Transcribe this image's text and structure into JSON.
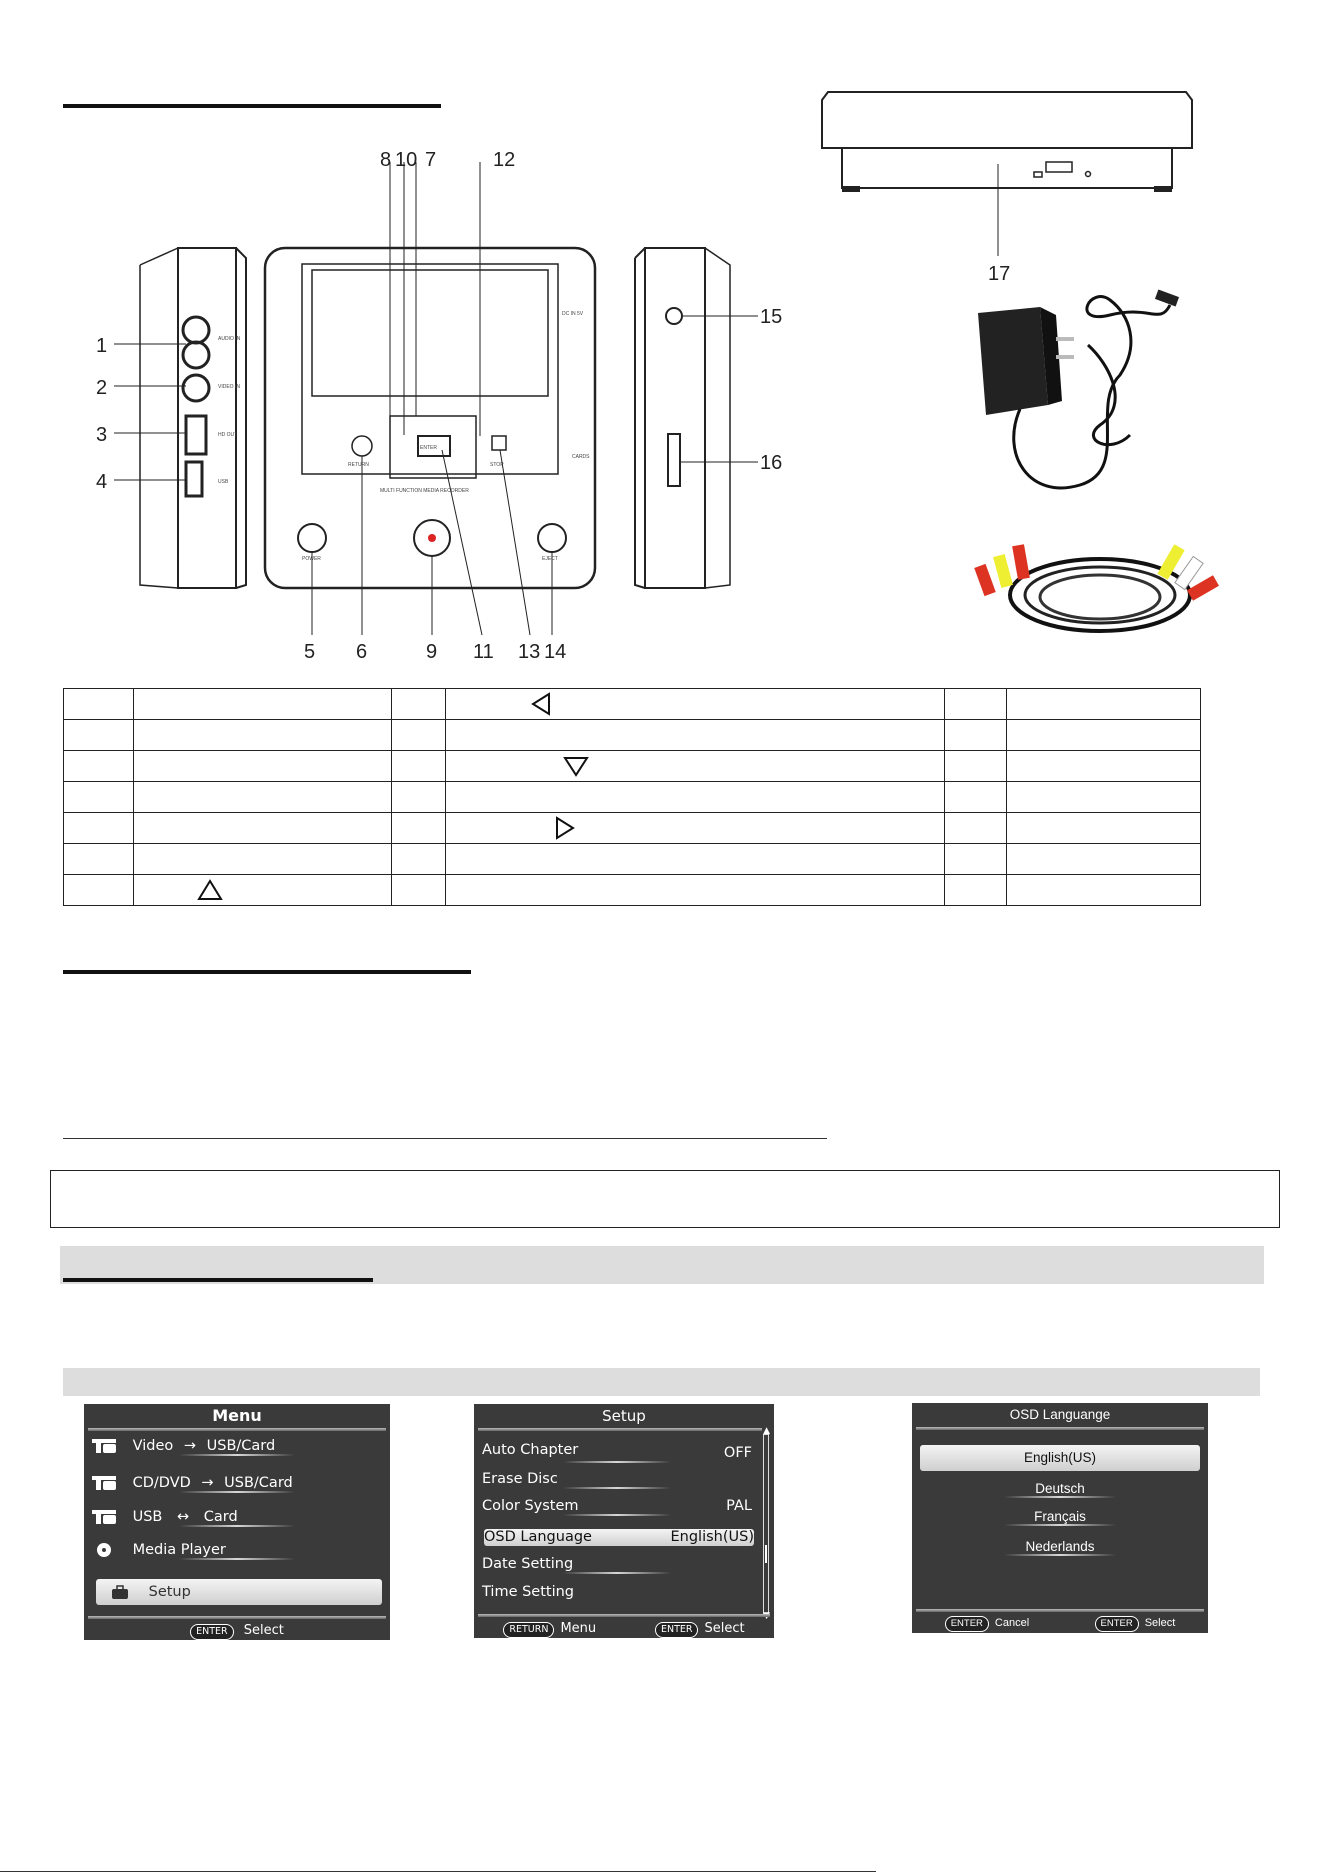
{
  "diagram": {
    "top_numbers": [
      "8",
      "10",
      "7",
      "12"
    ],
    "left_numbers": [
      "1",
      "2",
      "3",
      "4"
    ],
    "right_numbers": [
      "15",
      "16"
    ],
    "bottom_numbers": [
      "5",
      "6",
      "9",
      "11",
      "13",
      "14"
    ],
    "top_view_number": "17",
    "panel_labels": {
      "audio_in": "AUDIO IN",
      "video_in": "VIDEO IN",
      "hd_out": "HD OUT",
      "usb": "USB",
      "dc_in": "DC IN 5V",
      "cards": "CARDS",
      "return": "RETURN",
      "stop": "STOP",
      "enter": "ENTER",
      "power": "POWER",
      "eject": "EJECT",
      "recorder": "MULTI FUNCTION MEDIA RECORDER"
    }
  },
  "osd_menu": {
    "title": "Menu",
    "items": [
      {
        "a": "Video",
        "arrow": "→",
        "b": "USB/Card",
        "icon": "usb-card-icon"
      },
      {
        "a": "CD/DVD",
        "arrow": "→",
        "b": "USB/Card",
        "icon": "usb-card-icon"
      },
      {
        "a": "USB",
        "arrow": "↔",
        "b": "Card",
        "icon": "usb-card-icon"
      },
      {
        "a": "Media Player",
        "icon": "disc-icon"
      },
      {
        "a": "Setup",
        "icon": "toolbox-icon"
      }
    ],
    "footer_key": "ENTER",
    "footer_action": "Select"
  },
  "osd_setup": {
    "title": "Setup",
    "items": [
      {
        "label": "Auto Chapter",
        "value": "OFF"
      },
      {
        "label": "Erase Disc",
        "value": ""
      },
      {
        "label": "Color System",
        "value": "PAL"
      },
      {
        "label": "OSD Language",
        "value": "English(US)"
      },
      {
        "label": "Date Setting",
        "value": ""
      },
      {
        "label": "Time Setting",
        "value": ""
      }
    ],
    "footer_key1": "RETURN",
    "footer_action1": "Menu",
    "footer_key2": "ENTER",
    "footer_action2": "Select"
  },
  "osd_lang": {
    "title": "OSD Languange",
    "items": [
      "English(US)",
      "Deutsch",
      "Français",
      "Nederlands"
    ],
    "footer_key1": "ENTER",
    "footer_action1": "Cancel",
    "footer_key2": "ENTER",
    "footer_action2": "Select"
  }
}
